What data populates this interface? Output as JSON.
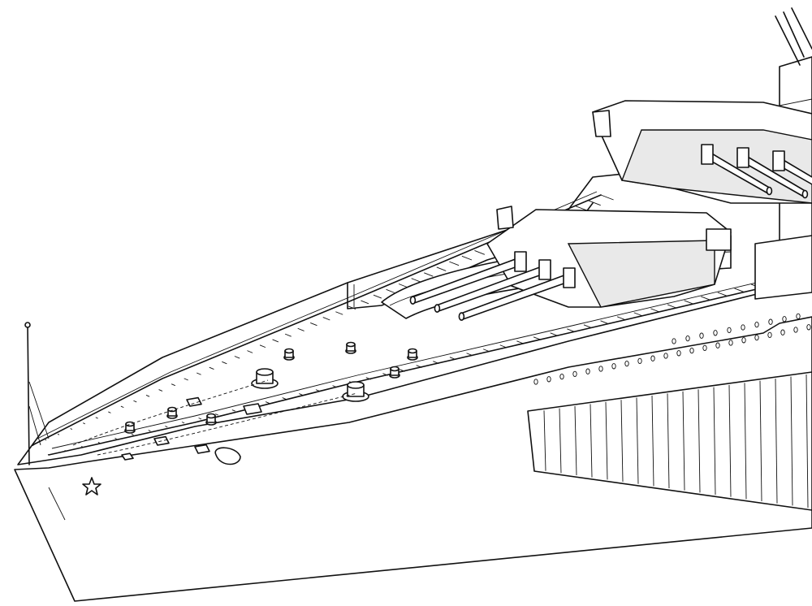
{
  "subject": "battleship-bow-line-drawing",
  "colors": {
    "ink": "#111111",
    "paper": "#ffffff"
  },
  "parts": {
    "hull": "hull",
    "deck": "forecastle-deck",
    "turret_a": "forward-turret",
    "turret_b": "superfiring-turret",
    "bridge": "superstructure",
    "belt": "armor-belt",
    "jack_staff": "jack-staff",
    "bow_star": "star-emblem"
  }
}
